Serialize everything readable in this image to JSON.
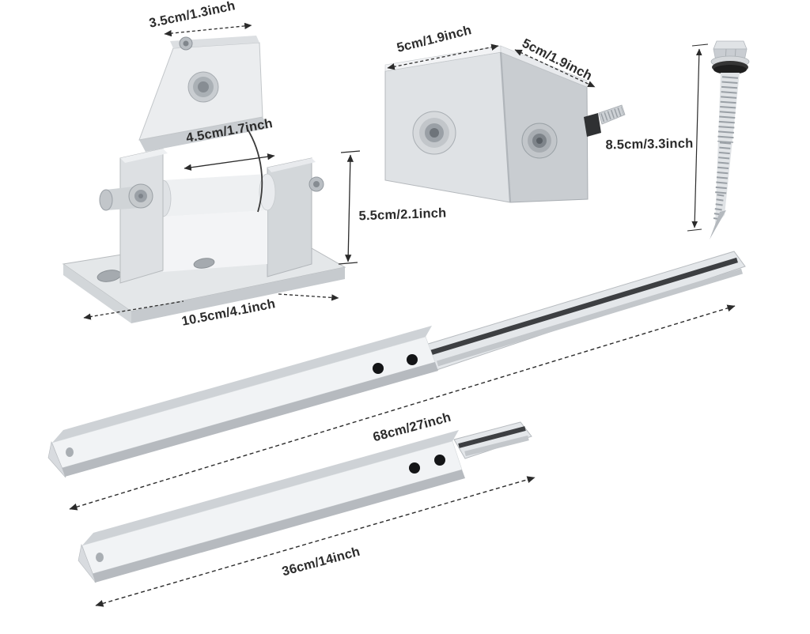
{
  "diagram": {
    "background": "#ffffff",
    "annotation_color": "#2b2b2b"
  },
  "labels": {
    "tilt_bracket": {
      "top_width": "3.5cm/1.3inch",
      "inner_width": "4.5cm/1.7inch",
      "height": "5.5cm/2.1inch",
      "base_length": "10.5cm/4.1inch"
    },
    "corner_bracket": {
      "left_edge": "5cm/1.9inch",
      "right_edge": "5cm/1.9inch"
    },
    "hex_screw": {
      "length": "8.5cm/3.3inch"
    },
    "long_rail": {
      "length": "68cm/27inch"
    },
    "short_rail": {
      "length": "36cm/14inch"
    }
  },
  "colors": {
    "metal_light": "#f1f3f5",
    "metal_mid": "#d3d7da",
    "metal_dark": "#b6babf",
    "groove": "#3d3f42",
    "hole": "#141517",
    "rubber_washer": "#1e1e1e"
  }
}
